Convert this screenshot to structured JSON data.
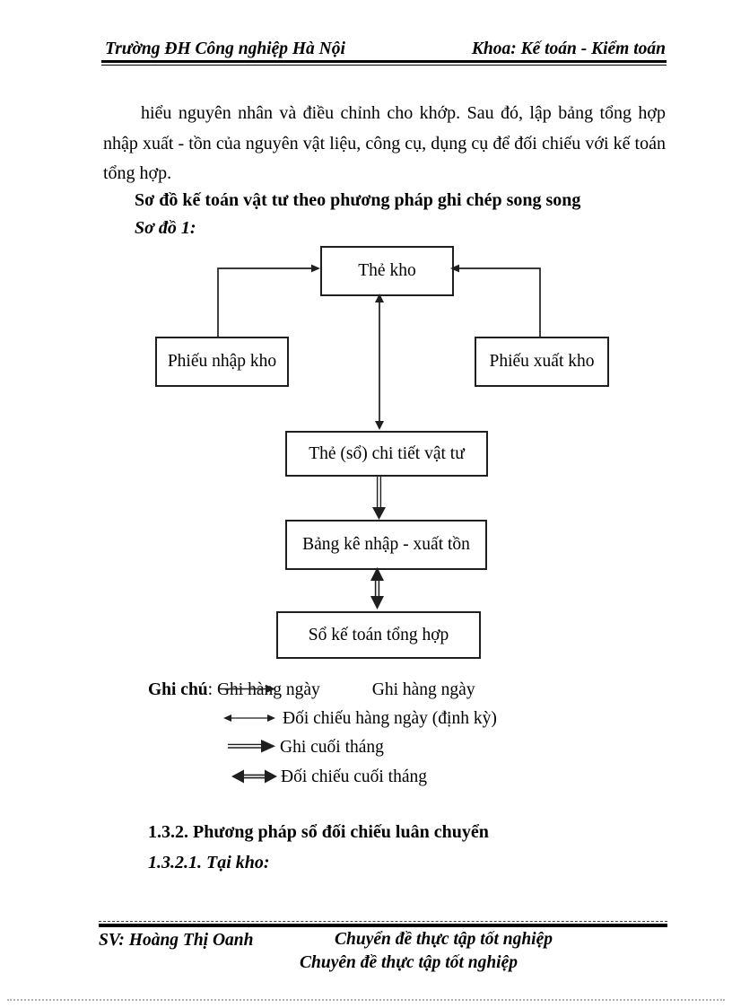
{
  "header": {
    "left": "Trường ĐH Công nghiệp Hà Nội",
    "right": "Khoa: Kế toán - Kiểm toán"
  },
  "paragraph": "hiểu nguyên nhân và điều chỉnh cho khớp. Sau đó, lập bảng tổng hợp nhập xuất - tồn của nguyên vật liệu, công cụ, dụng cụ để đối chiếu với kế toán tổng hợp.",
  "headings": {
    "scheme_title": "Sơ đồ kế toán vật tư theo phương pháp ghi chép song song",
    "scheme_label": "Sơ đồ 1:"
  },
  "diagram": {
    "boxes": {
      "the_kho": "Thẻ kho",
      "phieu_nhap": "Phiếu nhập kho",
      "phieu_xuat": "Phiếu xuất kho",
      "the_so": "Thẻ (sổ) chi tiết vật tư",
      "bang_ke": "Bảng kê nhập - xuất tồn",
      "so_ke_toan": "Sổ kế toán tổng hợp"
    },
    "arrow_color": "#1f1f1f"
  },
  "legend": {
    "title": "Ghi chú",
    "colon": ": ",
    "row1_struck_text": "Ghi hàng ngày",
    "row1_struck_symbol": "right-arrow-over-text",
    "row1_plain": "Ghi hàng ngày",
    "row2_label": "Đối chiếu hàng ngày (định kỳ)",
    "row2_symbol": "thin-double-headed-arrow",
    "row3_label": "Ghi cuối tháng",
    "row3_symbol": "double-line-right-arrow",
    "row4_label": "Đối chiếu cuối tháng",
    "row4_symbol": "bold-double-headed-arrow"
  },
  "sections": {
    "s132": "1.3.2. Phương pháp sổ đối chiếu luân chuyển",
    "s1321": "1.3.2.1. Tại kho:"
  },
  "footer": {
    "left": "SV: Hoàng Thị Oanh",
    "line1": "Chuyển đề thực tập tốt nghiệp",
    "line2": "Chuyên đề thực tập tốt nghiệp"
  }
}
